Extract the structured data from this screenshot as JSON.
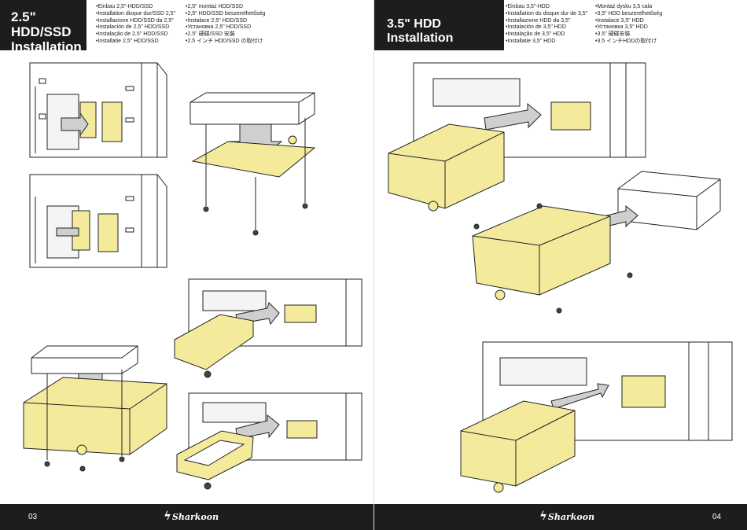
{
  "left_page": {
    "title_line1": "2.5\" HDD/SSD",
    "title_line2": "Installation",
    "languages_col1": [
      "Einbau 2,5\"-HDD/SSD",
      "Installation disque dur/SSD 2,5\"",
      "Installazione HDD/SSD da 2,5\"",
      "Instalación de 2,5\" HDD/SSD",
      "Instalação de 2,5\" HDD/SSD",
      "Installatie 2,5\" HDD/SSD"
    ],
    "languages_col2": [
      "2,5\" montaż HDD/SSD",
      "2,5\" HDD/SSD beszerelhetőség",
      "Instalace 2,5\" HDD/SSD",
      "Установка 2,5\" HDD/SSD",
      "2.5\" 硬碟/SSD 安裝",
      "2.5 インチ HDD/SSD の取付け"
    ],
    "page_number": "03"
  },
  "right_page": {
    "title": "3.5\" HDD Installation",
    "languages_col1": [
      "Einbau 3,5\"-HDD",
      "Installation du disque dur de 3,5\"",
      "Installazione HDD da 3,5\"",
      "Instalación de 3,5\" HDD",
      "Instalação de 3,5\" HDD",
      "Installatie 3,5\" HDD"
    ],
    "languages_col2": [
      "Montaż dysku 3,5 cala",
      "3,5\" HDD beszerelhetőség",
      "Instalace 3,5\" HDD",
      "Установка 3,5\" HDD",
      "3.5\" 硬碟安裝",
      "3.5 インチHDDの取付け"
    ],
    "page_number": "04"
  },
  "brand": "Sharkoon",
  "colors": {
    "bracket": "#f3ea9c",
    "dark": "#1d1d1d",
    "arrow": "#c8c8c8"
  }
}
